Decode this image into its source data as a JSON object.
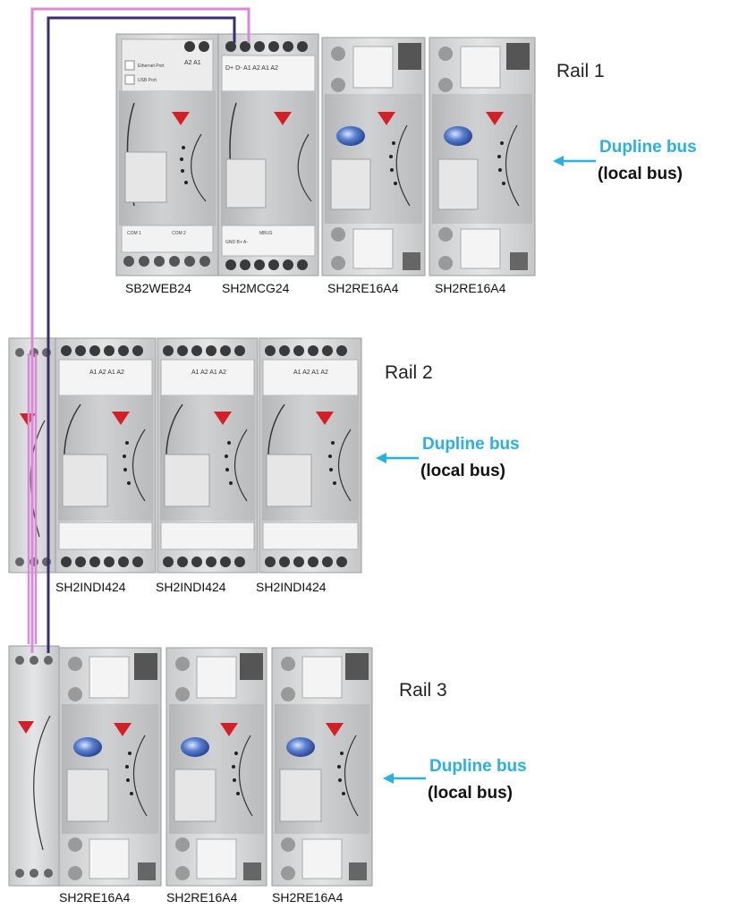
{
  "colors": {
    "bus_label": "#2bb0df",
    "arrow": "#2bb0df",
    "wire_pink": "#d98ad6",
    "wire_dark": "#3b2d6b",
    "brand_red": "#d32027",
    "led_blue": "#3a5fb0"
  },
  "rails": [
    {
      "label": "Rail 1",
      "bus_name": "Dupline bus",
      "bus_sub": "(local bus)",
      "modules": [
        {
          "name": "SB2WEB24",
          "type": "web"
        },
        {
          "name": "SH2MCG24",
          "type": "mcg"
        },
        {
          "name": "SH2RE16A4",
          "type": "relay"
        },
        {
          "name": "SH2RE16A4",
          "type": "relay"
        }
      ]
    },
    {
      "label": "Rail 2",
      "bus_name": "Dupline bus",
      "bus_sub": "(local bus)",
      "modules": [
        {
          "name": "",
          "type": "supply"
        },
        {
          "name": "SH2INDI424",
          "type": "input"
        },
        {
          "name": "SH2INDI424",
          "type": "input"
        },
        {
          "name": "SH2INDI424",
          "type": "input"
        }
      ]
    },
    {
      "label": "Rail 3",
      "bus_name": "Dupline bus",
      "bus_sub": "(local bus)",
      "modules": [
        {
          "name": "",
          "type": "supply"
        },
        {
          "name": "SH2RE16A4",
          "type": "relay"
        },
        {
          "name": "SH2RE16A4",
          "type": "relay"
        },
        {
          "name": "SH2RE16A4",
          "type": "relay"
        }
      ]
    }
  ]
}
